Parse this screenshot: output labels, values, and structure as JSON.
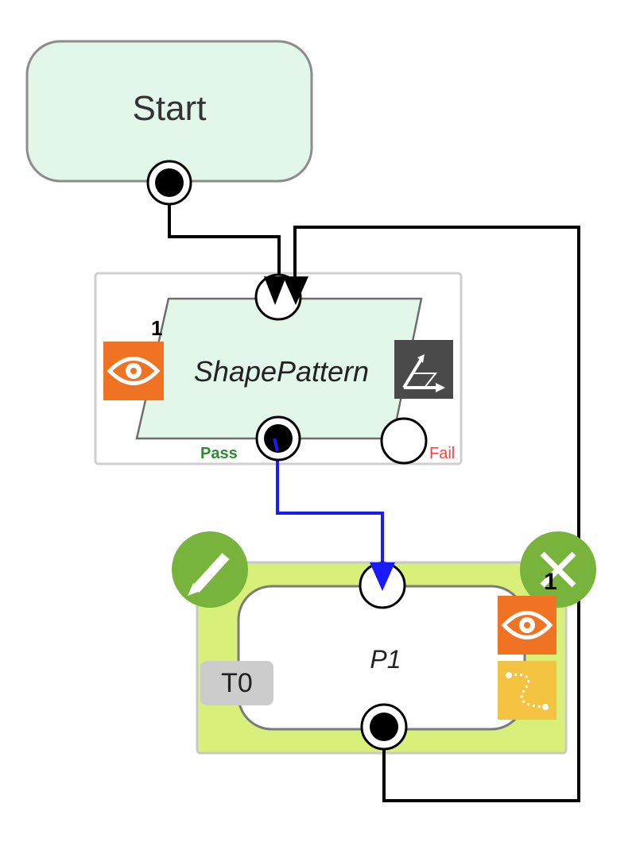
{
  "nodes": {
    "start": {
      "label": "Start"
    },
    "shape_pattern": {
      "label": "ShapePattern",
      "badge_count": "1",
      "pass_label": "Pass",
      "fail_label": "Fail",
      "icons": [
        "eye-icon",
        "move-axes-icon"
      ]
    },
    "p1": {
      "label": "P1",
      "tool_label": "T0",
      "badge_count": "1",
      "icons": [
        "pencil-icon",
        "close-icon",
        "eye-icon",
        "path-icon"
      ]
    }
  },
  "colors": {
    "node_fill": "#e2f6ea",
    "node_border": "#8c8c8c",
    "active_frame": "#d8f07a",
    "green_button": "#78b43c",
    "orange_icon": "#ef7322",
    "yellow_icon": "#f5c342",
    "dark_icon": "#4a4a4a",
    "pass_text": "#2e8b2e",
    "fail_text": "#ff4040",
    "active_link": "#1a1aff",
    "link": "#000000"
  }
}
